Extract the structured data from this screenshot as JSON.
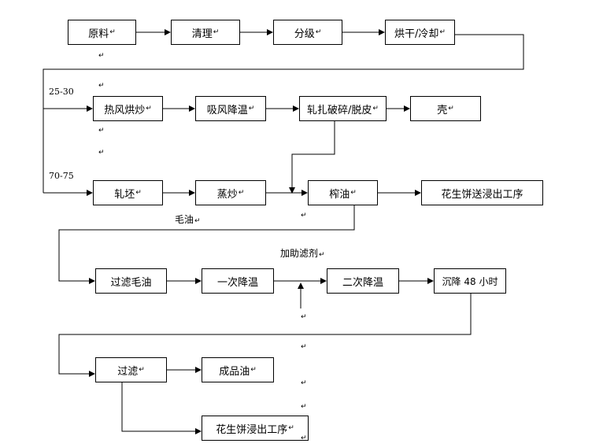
{
  "steps": {
    "raw": "原料",
    "clean": "清理",
    "grade": "分级",
    "dry": "烘干/冷却",
    "hot_roast": "热风烘炒",
    "suction_cool": "吸风降温",
    "crush_peel": "轧扎破碎/脱皮",
    "shell": "壳",
    "flake": "轧坯",
    "steam_roast": "蒸炒",
    "press": "榨油",
    "cake_to_leach_1": "花生饼送浸出工序",
    "filter_crude": "过滤毛油",
    "first_cool": "一次降温",
    "second_cool": "二次降温",
    "settle": "沉降 48 小时",
    "filter": "过滤",
    "finished_oil": "成品油",
    "cake_to_leach_2": "花生饼浸出工序"
  },
  "labels": {
    "temp1": "25-30",
    "temp2": "70-75",
    "crude_oil": "毛油",
    "filter_aid": "加助滤剂"
  },
  "para_mark": "↵"
}
